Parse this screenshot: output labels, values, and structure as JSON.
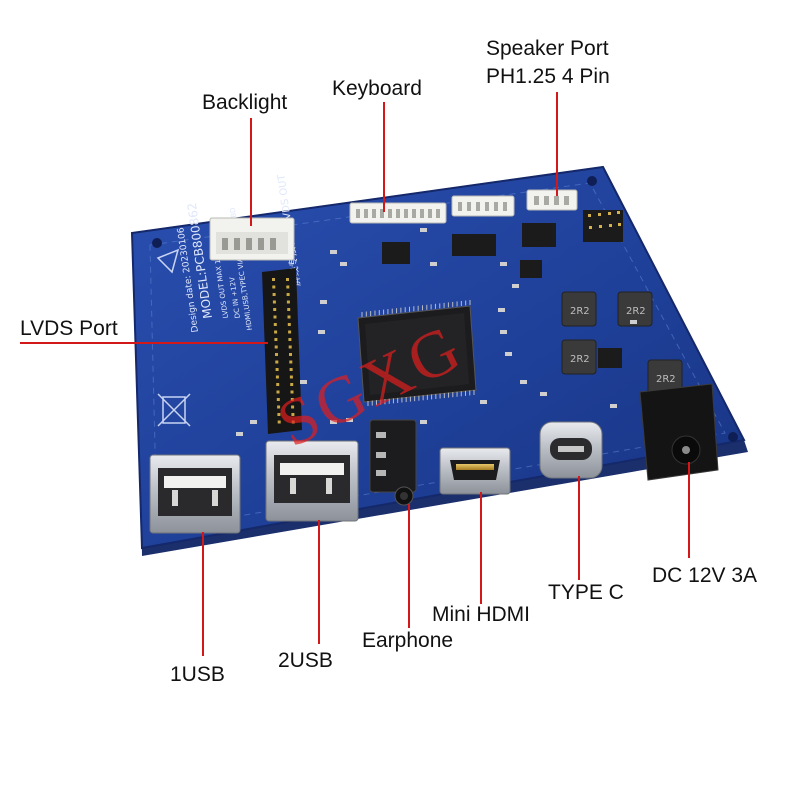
{
  "labels": {
    "speaker_port_line1": "Speaker Port",
    "speaker_port_line2": "PH1.25 4 Pin",
    "backlight": "Backlight",
    "keyboard": "Keyboard",
    "lvds_port": "LVDS Port",
    "usb1": "1USB",
    "usb2": "2USB",
    "earphone": "Earphone",
    "mini_hdmi": "Mini HDMI",
    "type_c": "TYPE C",
    "dc": "DC 12V 3A"
  },
  "board": {
    "model": "MODEL:PCB800862",
    "design_date": "Design date: 20230106",
    "lvds_out": "屏线专接输出 LVDS OUT",
    "spec_lines": [
      "LVDS OUT MAX 1920X1080",
      "DC IN +12V",
      "HDMI,USB,TYPEC VIA 2MB4 +CHBD"
    ],
    "inductor_mark": "2R2",
    "watermark": "SGXG"
  },
  "colors": {
    "pcb": "#1e3f97",
    "pcb_dark": "#16307a",
    "lead": "#d21818",
    "connector_white": "#f0f0ee",
    "metal": "#c9ccd1"
  }
}
